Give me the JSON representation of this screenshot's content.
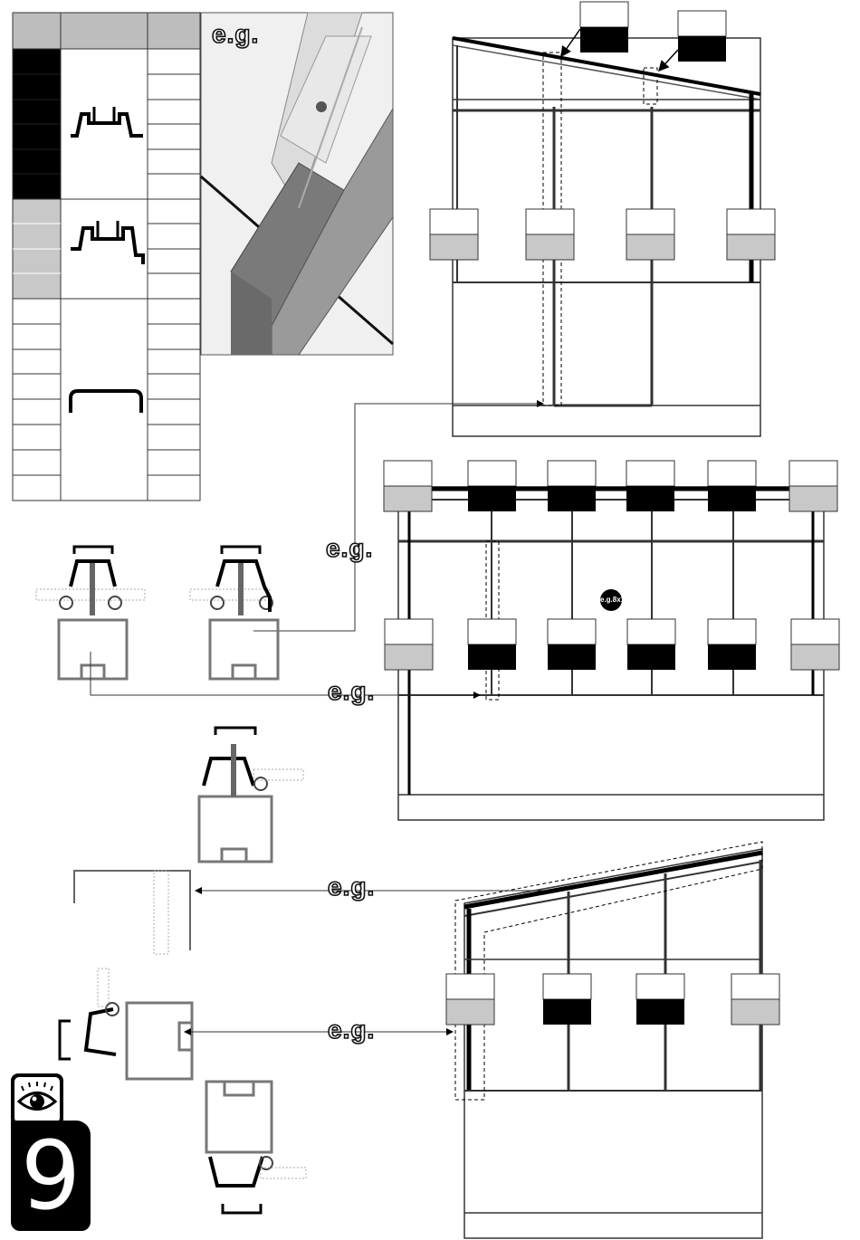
{
  "labels": {
    "eg": "e.g.",
    "eg_small": "e.g.",
    "screw_count": "e.g.8x10",
    "step_number": "9"
  },
  "icons": {
    "step_badge": "eye-icon"
  },
  "colors": {
    "black": "#000000",
    "grey": "#c8c8c8",
    "white": "#ffffff"
  },
  "legend_table": {
    "groups": [
      {
        "color": "black",
        "rows": 6
      },
      {
        "color": "grey",
        "rows": 4
      },
      {
        "color": "white",
        "rows": 8
      }
    ]
  }
}
